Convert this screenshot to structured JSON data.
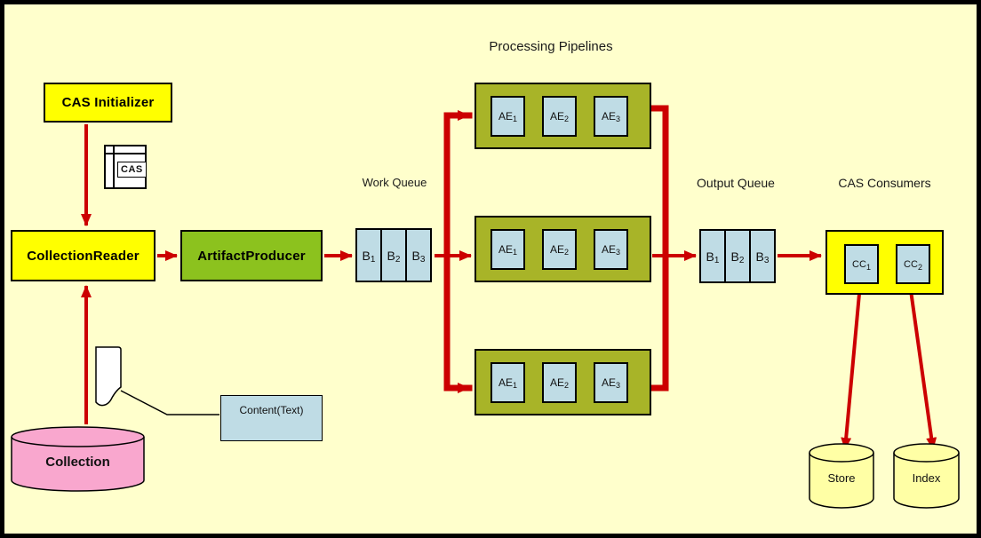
{
  "titles": {
    "processing_pipelines": "Processing Pipelines",
    "work_queue": "Work Queue",
    "output_queue": "Output Queue",
    "cas_consumers": "CAS Consumers"
  },
  "nodes": {
    "cas_initializer": "CAS Initializer",
    "cas_doc": "CAS",
    "collection_reader": "CollectionReader",
    "artifact_producer": "ArtifactProducer",
    "collection": "Collection",
    "content": "Content(Text)",
    "store": "Store",
    "index": "Index"
  },
  "work_queue_cells": [
    {
      "base": "B",
      "sub": "1"
    },
    {
      "base": "B",
      "sub": "2"
    },
    {
      "base": "B",
      "sub": "3"
    }
  ],
  "output_queue_cells": [
    {
      "base": "B",
      "sub": "1"
    },
    {
      "base": "B",
      "sub": "2"
    },
    {
      "base": "B",
      "sub": "3"
    }
  ],
  "pipelines": [
    {
      "engines": [
        {
          "base": "AE",
          "sub": "1"
        },
        {
          "base": "AE",
          "sub": "2"
        },
        {
          "base": "AE",
          "sub": "3"
        }
      ]
    },
    {
      "engines": [
        {
          "base": "AE",
          "sub": "1"
        },
        {
          "base": "AE",
          "sub": "2"
        },
        {
          "base": "AE",
          "sub": "3"
        }
      ]
    },
    {
      "engines": [
        {
          "base": "AE",
          "sub": "1"
        },
        {
          "base": "AE",
          "sub": "2"
        },
        {
          "base": "AE",
          "sub": "3"
        }
      ]
    }
  ],
  "consumers": [
    {
      "base": "CC",
      "sub": "1"
    },
    {
      "base": "CC",
      "sub": "2"
    }
  ],
  "colors": {
    "background": "#FFFFCC",
    "box_yellow": "#FFFF00",
    "producer_green": "#8CC21E",
    "pipeline_olive": "#A8B428",
    "cell_blue": "#BFDCE5",
    "collection_pink": "#F9A7CE",
    "datastore_yellow": "#FFFFA5",
    "arrow_red": "#CC0000",
    "outline_black": "#000000"
  }
}
